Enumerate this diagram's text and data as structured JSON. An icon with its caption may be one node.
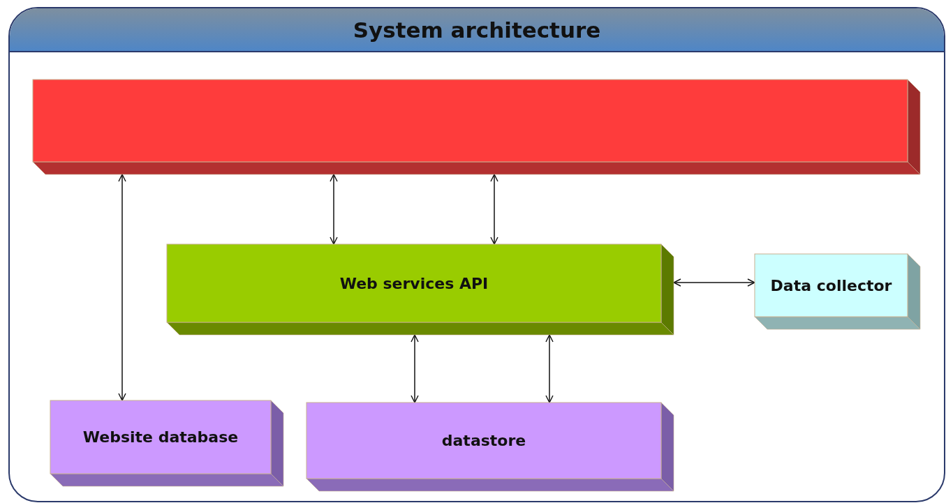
{
  "diagram": {
    "title": "System architecture",
    "nodes": [
      {
        "text": [],
        "shape": "box"
      },
      {
        "text": [
          "Web services API"
        ]
      },
      {
        "text": [
          "Data collector"
        ]
      },
      {
        "text": [
          "Website database"
        ]
      },
      {
        "text": [
          "datastore"
        ]
      }
    ],
    "edges": [
      {
        "from": 0,
        "to": 3,
        "arrow": "both"
      },
      {
        "from": 0,
        "to": 1,
        "arrow": "both"
      },
      {
        "from": 0,
        "to": 1,
        "arrow": "both"
      },
      {
        "from": 1,
        "to": 2,
        "arrow": "both"
      },
      {
        "from": 1,
        "to": 4,
        "arrow": "both"
      },
      {
        "from": 1,
        "to": 4,
        "arrow": "both"
      }
    ]
  }
}
